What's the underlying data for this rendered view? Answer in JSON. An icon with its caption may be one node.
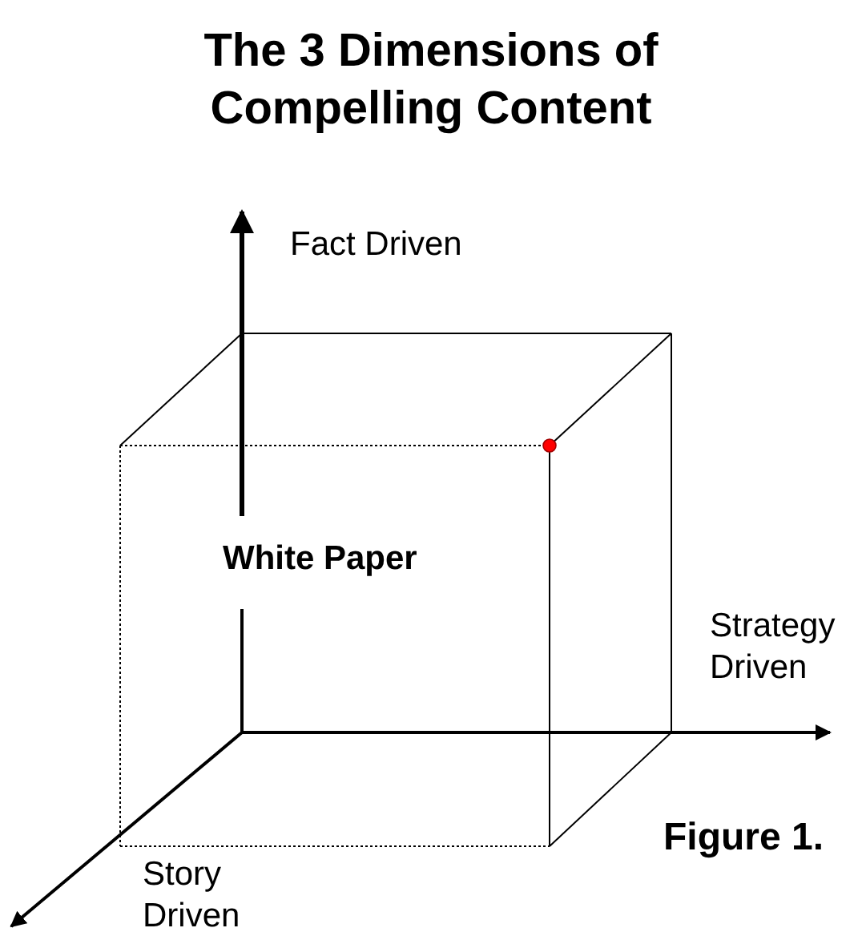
{
  "diagram": {
    "title": "The 3 Dimensions of Compelling Content",
    "caption": "Figure 1.",
    "labels": [
      "Fact Driven",
      "White Paper",
      "Strategy Driven",
      "Story Driven"
    ]
  }
}
